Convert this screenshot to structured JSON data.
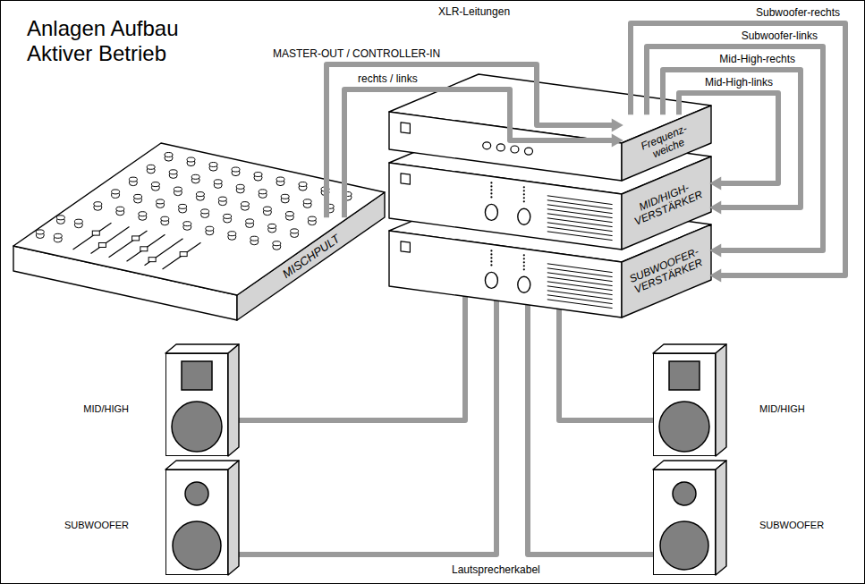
{
  "diagram": {
    "title": "Anlagen Aufbau Aktiver Betrieb",
    "nodes": [
      {
        "text": [
          "MISCHPULT"
        ]
      },
      {
        "text": [
          "Frequenz- weiche"
        ]
      },
      {
        "text": [
          "MID/HIGH- VERSTÄRKER"
        ]
      },
      {
        "text": [
          "SUBWOOFER- VERSTÄRKER"
        ]
      },
      {
        "text": [
          "MID/HIGH"
        ]
      },
      {
        "text": [
          "SUBWOOFER"
        ]
      },
      {
        "text": [
          "MID/HIGH"
        ]
      },
      {
        "text": [
          "SUBWOOFER"
        ]
      }
    ],
    "edges": [
      {
        "from": 0,
        "to": 1,
        "label": "MASTER-OUT / CONTROLLER-IN",
        "arrow": "to"
      },
      {
        "from": 0,
        "to": 1,
        "label": "rechts / links",
        "arrow": "to"
      },
      {
        "from": 1,
        "to": 3,
        "label": "Subwoofer-rechts",
        "arrow": "to"
      },
      {
        "from": 1,
        "to": 3,
        "label": "Subwoofer-links",
        "arrow": "to"
      },
      {
        "from": 1,
        "to": 2,
        "label": "Mid-High-rechts",
        "arrow": "to"
      },
      {
        "from": 1,
        "to": 2,
        "label": "Mid-High-links",
        "arrow": "to"
      },
      {
        "from": 2,
        "to": 4,
        "arrow": "none"
      },
      {
        "from": 3,
        "to": 5,
        "arrow": "none"
      },
      {
        "from": 2,
        "to": 6,
        "arrow": "none"
      },
      {
        "from": 3,
        "to": 7,
        "arrow": "none"
      }
    ],
    "labels": [
      "XLR-Leitungen",
      "Lautsprecherkabel"
    ]
  }
}
